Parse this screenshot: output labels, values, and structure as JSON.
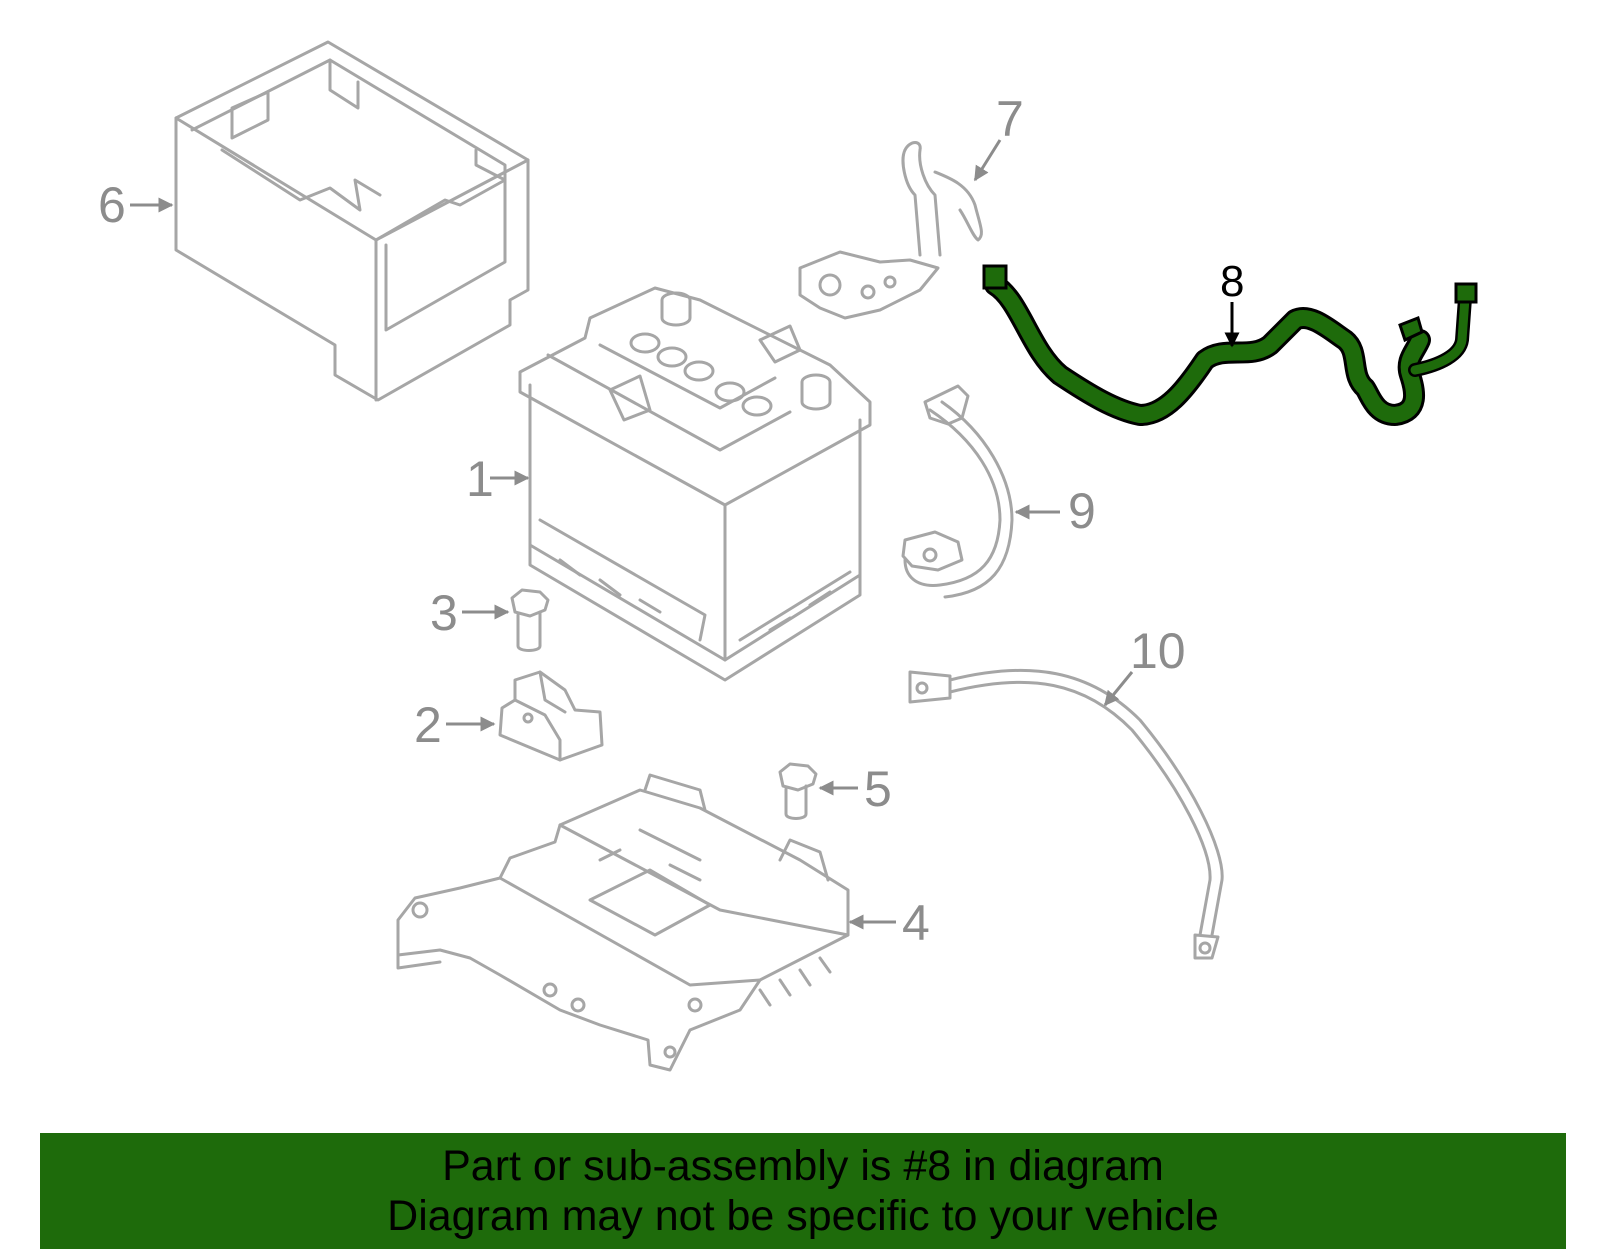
{
  "diagram": {
    "highlight_color": "#1e6b0b",
    "part_line_color": "#a6a6a6",
    "callouts": [
      {
        "id": "1",
        "label": "1"
      },
      {
        "id": "2",
        "label": "2"
      },
      {
        "id": "3",
        "label": "3"
      },
      {
        "id": "4",
        "label": "4"
      },
      {
        "id": "5",
        "label": "5"
      },
      {
        "id": "6",
        "label": "6"
      },
      {
        "id": "7",
        "label": "7"
      },
      {
        "id": "8",
        "label": "8",
        "highlighted": true
      },
      {
        "id": "9",
        "label": "9"
      },
      {
        "id": "10",
        "label": "10"
      }
    ]
  },
  "banner": {
    "background": "#1e6b0b",
    "line1": "Part or sub-assembly is #8 in diagram",
    "line2": "Diagram may not be specific to your vehicle"
  }
}
